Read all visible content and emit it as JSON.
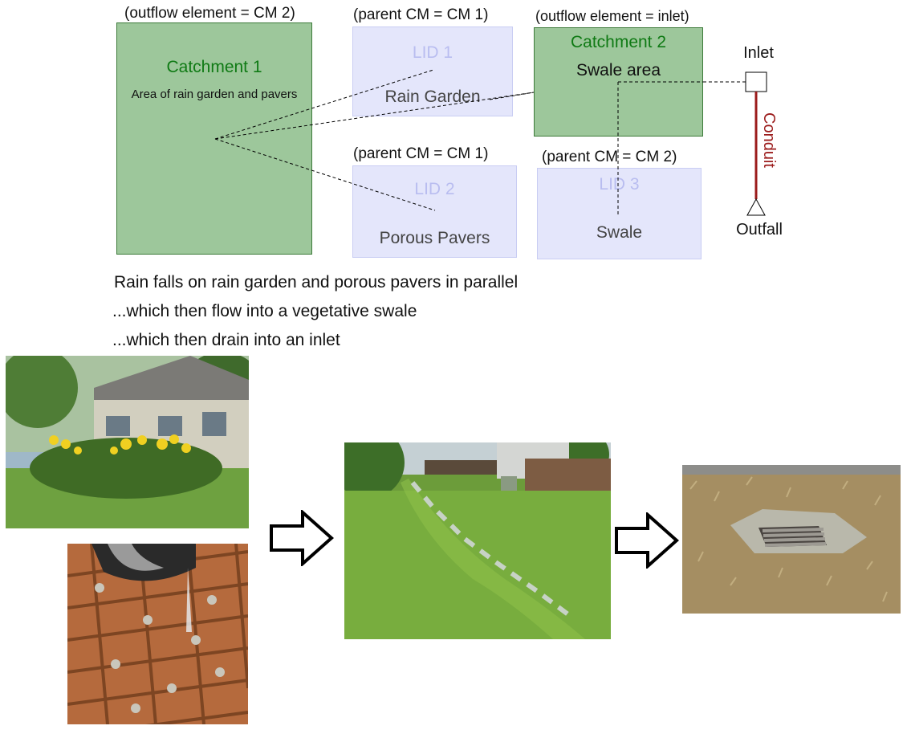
{
  "diagram": {
    "catchment1": {
      "caption": "(outflow element = CM 2)",
      "title": "Catchment 1",
      "subtitle": "Area of rain garden and pavers",
      "color": "#9dc79b"
    },
    "lid1": {
      "caption": "(parent CM = CM 1)",
      "title": "LID 1",
      "name": "Rain Garden"
    },
    "lid2": {
      "caption": "(parent CM = CM 1)",
      "title": "LID 2",
      "name": "Porous Pavers"
    },
    "catchment2": {
      "caption": "(outflow element = inlet)",
      "title": "Catchment 2",
      "subtitle": "Swale area"
    },
    "lid3": {
      "caption": "(parent CM = CM 2)",
      "title": "LID 3",
      "name": "Swale"
    },
    "inlet_label": "Inlet",
    "conduit_label": "Conduit",
    "outfall_label": "Outfall",
    "conduit_color": "#9b1b1b"
  },
  "notes": [
    "Rain falls on rain garden and porous pavers in parallel",
    "...which then flow into a vegetative swale",
    "...which then drain into an inlet"
  ],
  "photos": {
    "rain_garden": "rain-garden-photo",
    "porous_pavers": "porous-pavers-photo",
    "swale": "vegetative-swale-photo",
    "inlet": "storm-inlet-photo"
  }
}
